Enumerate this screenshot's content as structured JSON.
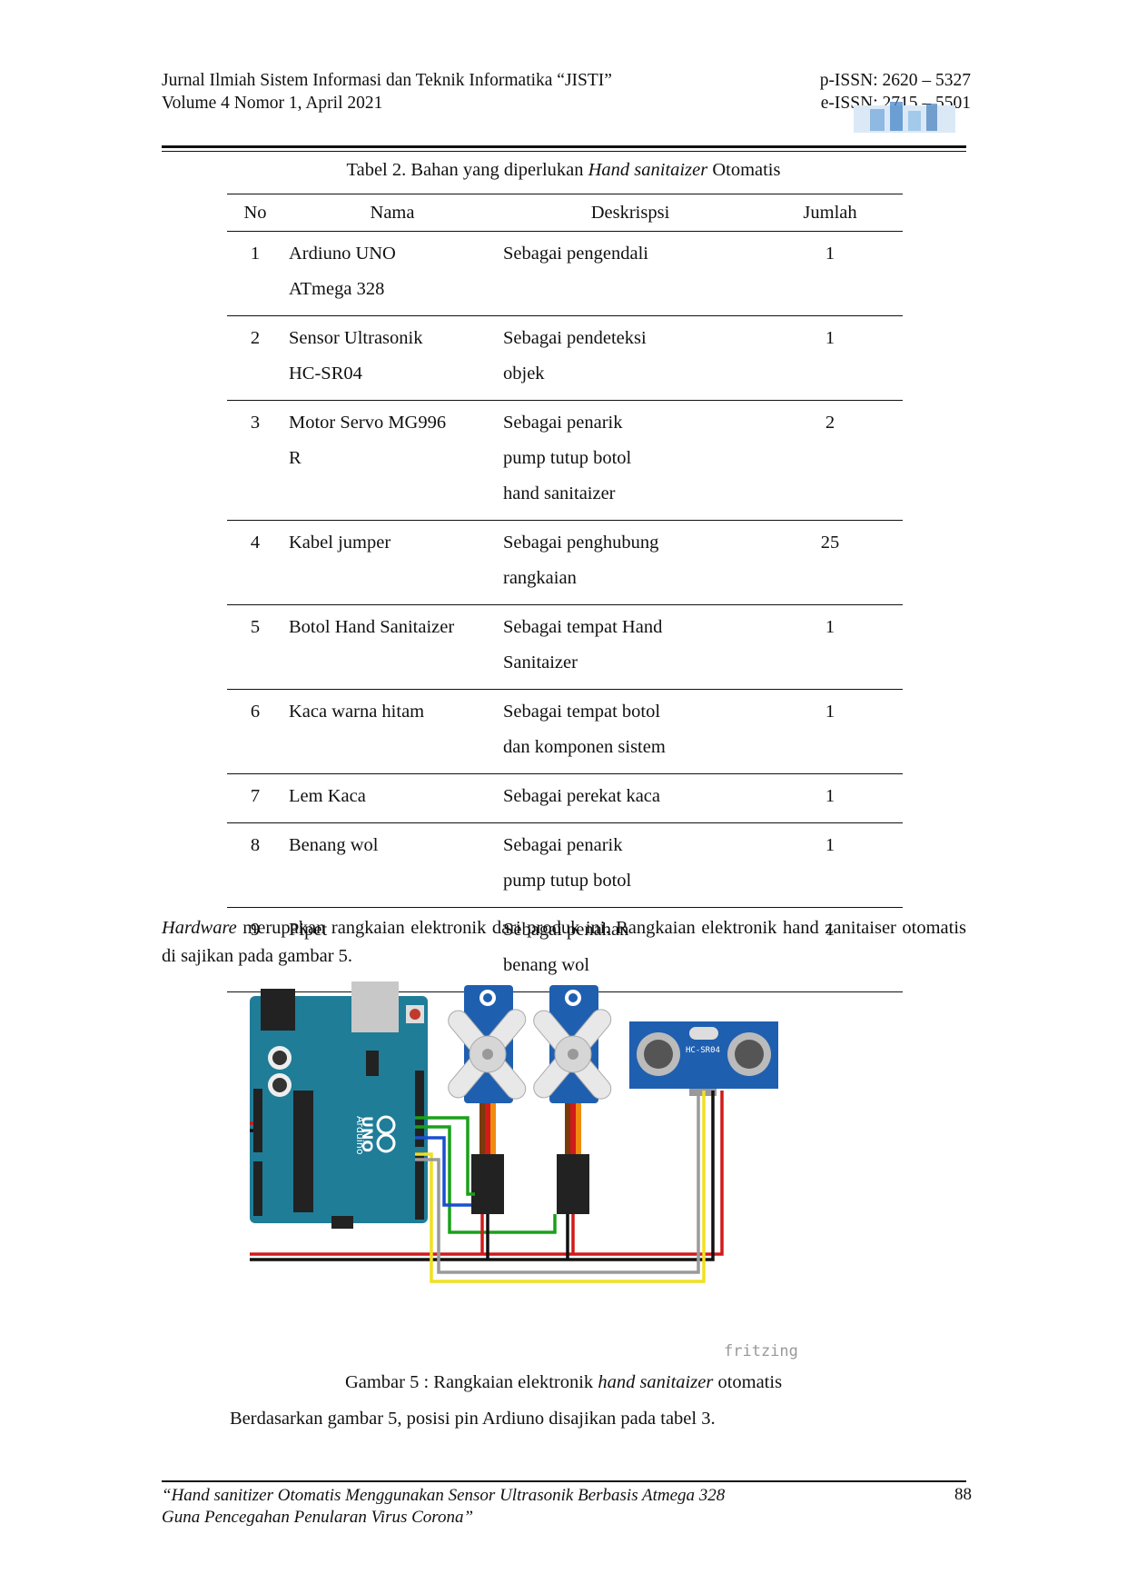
{
  "header": {
    "journal": "Jurnal Ilmiah Sistem Informasi dan Teknik Informatika “JISTI”",
    "volume": "Volume 4 Nomor 1, April  2021",
    "pissn": "p-ISSN: 2620 – 5327",
    "eissn": "e-ISSN: 2715 – 5501"
  },
  "table": {
    "caption_prefix": "Tabel 2. Bahan yang diperlukan ",
    "caption_italic": "Hand sanitaizer",
    "caption_suffix": " Otomatis",
    "headers": [
      "No",
      "Nama",
      "Deskrispsi",
      "Jumlah"
    ],
    "rows": [
      {
        "no": "1",
        "nama": [
          "Ardiuno UNO",
          "ATmega 328"
        ],
        "deskripsi": [
          "Sebagai pengendali"
        ],
        "jumlah": "1"
      },
      {
        "no": "2",
        "nama": [
          "Sensor Ultrasonik",
          "HC-SR04"
        ],
        "deskripsi": [
          "Sebagai pendeteksi",
          "objek"
        ],
        "jumlah": "1"
      },
      {
        "no": "3",
        "nama": [
          "Motor Servo MG996",
          "R"
        ],
        "deskripsi": [
          "Sebagai penarik",
          "pump tutup botol",
          "hand sanitaizer"
        ],
        "jumlah": "2"
      },
      {
        "no": "4",
        "nama": [
          "Kabel jumper"
        ],
        "deskripsi": [
          "Sebagai penghubung",
          "rangkaian"
        ],
        "jumlah": "25"
      },
      {
        "no": "5",
        "nama": [
          "Botol Hand Sanitaizer"
        ],
        "deskripsi": [
          "Sebagai tempat Hand",
          "Sanitaizer"
        ],
        "jumlah": "1"
      },
      {
        "no": "6",
        "nama": [
          "Kaca warna hitam"
        ],
        "deskripsi": [
          "Sebagai tempat botol",
          "dan komponen sistem"
        ],
        "jumlah": "1"
      },
      {
        "no": "7",
        "nama": [
          "Lem Kaca"
        ],
        "deskripsi": [
          "Sebagai perekat kaca"
        ],
        "jumlah": "1"
      },
      {
        "no": "8",
        "nama": [
          "Benang wol"
        ],
        "deskripsi": [
          "Sebagai penarik",
          "pump tutup botol"
        ],
        "jumlah": "1"
      },
      {
        "no": "9",
        "nama": [
          "Pipet"
        ],
        "deskripsi": [
          "Sebagai penahan",
          "benang wol"
        ],
        "jumlah": "1"
      }
    ]
  },
  "paragraph": {
    "italic_lead": "Hardware",
    "text": " merupakan rangkaian elektronik dari produk ini. Rangkaian elektronik hand zanitaiser otomatis di sajikan pada gambar 5."
  },
  "figure": {
    "fritzing_label": "fritzing",
    "arduino_label": "Arduino",
    "uno_label": "UNO",
    "sensor_label": "HC-SR04",
    "caption_prefix": "Gambar 5 : Rangkaian elektronik ",
    "caption_italic": "hand sanitaizer",
    "caption_suffix": " otomatis"
  },
  "paragraph2": "Berdasarkan gambar 5, posisi pin Ardiuno disajikan pada tabel 3.",
  "footer": {
    "line1": "“Hand sanitizer Otomatis Menggunakan Sensor Ultrasonik Berbasis Atmega 328",
    "line2": "Guna Pencegahan Penularan Virus Corona”",
    "page": "88"
  },
  "colors": {
    "arduino_board": "#1f7d98",
    "wire_red": "#d11a1a",
    "wire_black": "#111111",
    "wire_green": "#1aa01a",
    "wire_blue": "#1a4fd1",
    "wire_yellow": "#f0e020",
    "wire_gray": "#9a9a9a",
    "servo_body": "#1f5fb0"
  }
}
